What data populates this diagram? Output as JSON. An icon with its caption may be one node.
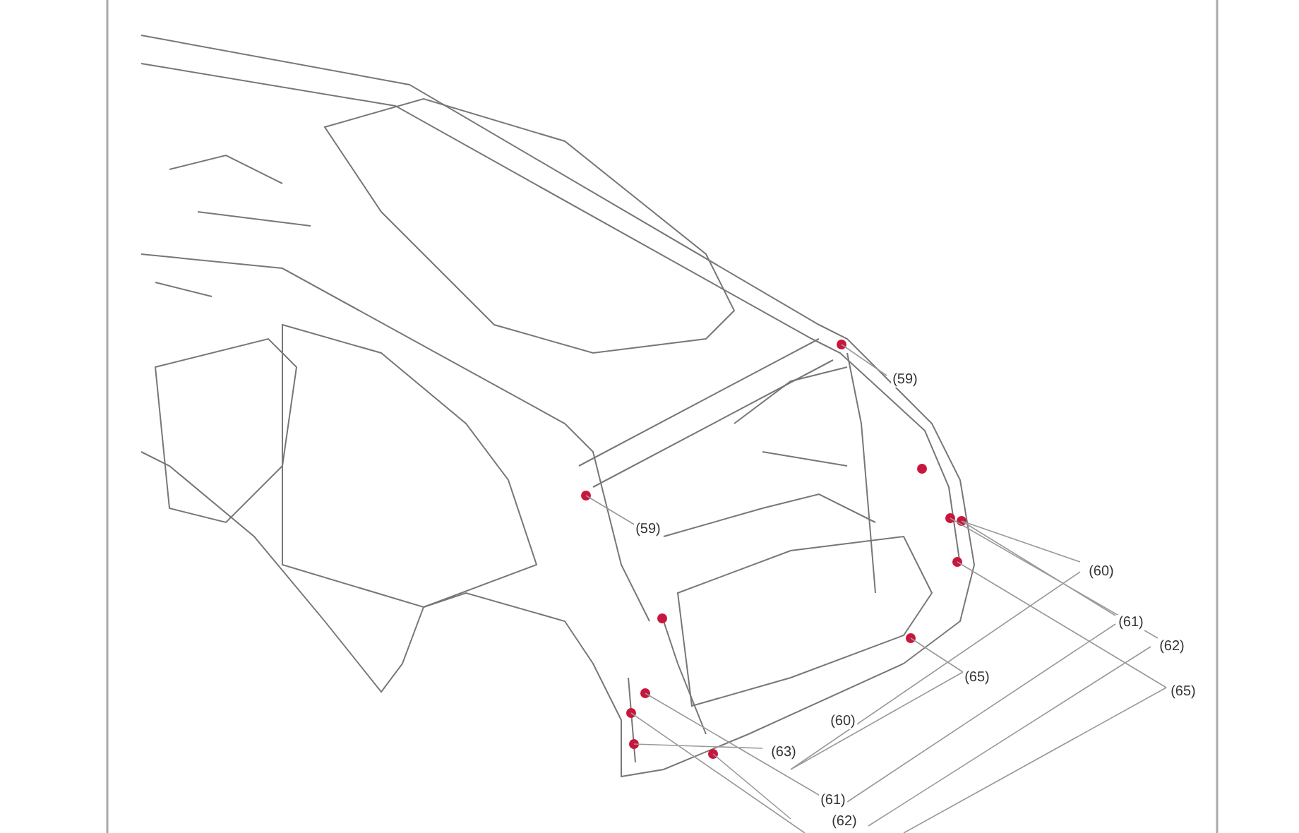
{
  "diagram": {
    "labels": [
      "(59)",
      "(59)",
      "(60)",
      "(61)",
      "(62)",
      "(65)",
      "(65)",
      "(60)",
      "(63)",
      "(61)",
      "(62)"
    ]
  }
}
